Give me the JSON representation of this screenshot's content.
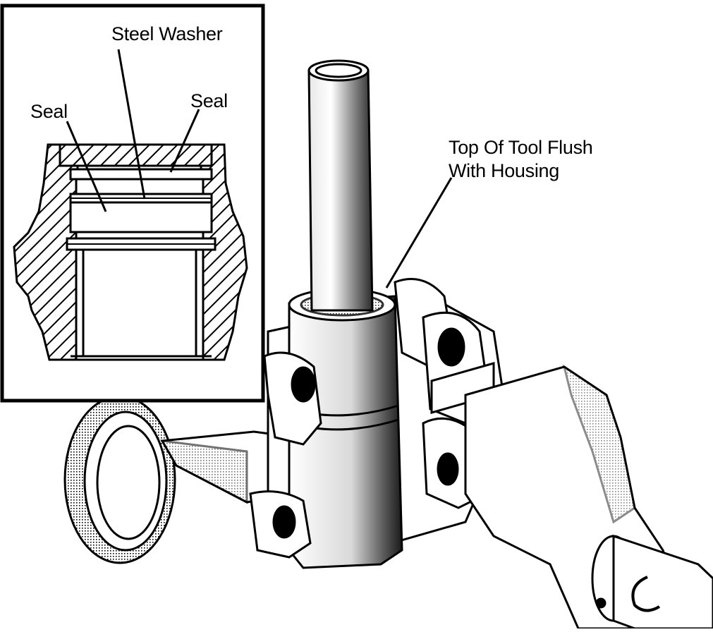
{
  "labels": {
    "steel_washer": "Steel Washer",
    "seal_left": "Seal",
    "seal_right": "Seal",
    "tool_flush_line1": "Top Of Tool Flush",
    "tool_flush_line2": "With Housing"
  },
  "colors": {
    "ink": "#000000",
    "paper": "#ffffff",
    "shade": "#9a9a9a",
    "dark_shade": "#3a3a3a"
  }
}
